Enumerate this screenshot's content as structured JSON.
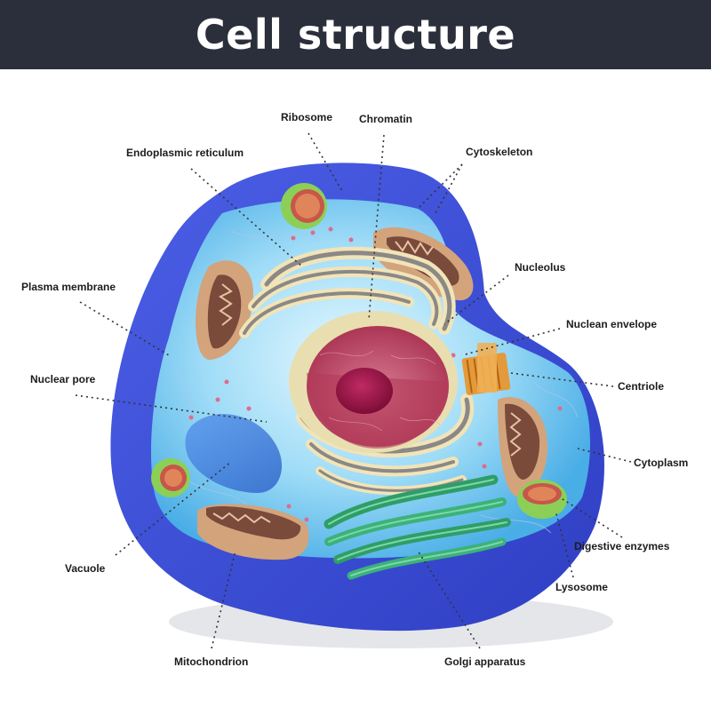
{
  "title": "Cell structure",
  "labels": {
    "ribosome": "Ribosome",
    "chromatin": "Chromatin",
    "endoplasmic_reticulum": "Endoplasmic reticulum",
    "cytoskeleton": "Cytoskeleton",
    "nucleolus": "Nucleolus",
    "plasma_membrane": "Plasma membrane",
    "nuclean_envelope": "Nuclean envelope",
    "nuclear_pore": "Nuclear pore",
    "centriole": "Centriole",
    "cytoplasm": "Cytoplasm",
    "digestive_enzymes": "Digestive enzymes",
    "vacuole": "Vacuole",
    "lysosome": "Lysosome",
    "mitochondrion": "Mitochondrion",
    "golgi_apparatus": "Golgi apparatus"
  },
  "colors": {
    "header_bg": "#2a2f3b",
    "membrane": "#3d4fd6",
    "cytoplasm": "#7fd0f5",
    "nucleus_envelope": "#e9deb0",
    "nucleoplasm": "#c4536f",
    "nucleolus": "#a0134a",
    "golgi": "#2e9e68",
    "mitochondria": "#d3a37b",
    "vacuole": "#3c7fe0",
    "lysosome": "#8ccf56"
  }
}
